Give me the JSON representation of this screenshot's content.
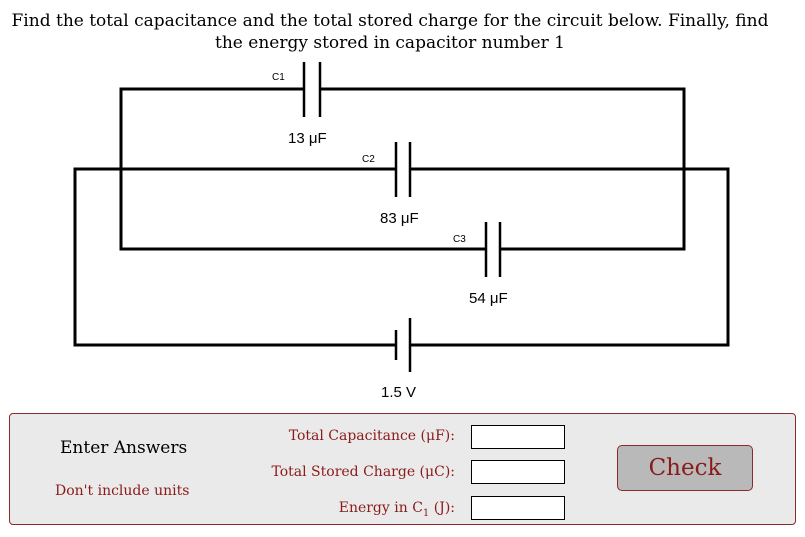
{
  "question": {
    "line1": "Find the total capacitance and the total stored charge for the circuit below. Finally, find",
    "line2": "the energy stored in capacitor number 1"
  },
  "circuit": {
    "capacitors": [
      {
        "name": "C1",
        "value": "13 μF"
      },
      {
        "name": "C2",
        "value": "83 μF"
      },
      {
        "name": "C3",
        "value": "54 μF"
      }
    ],
    "battery": {
      "value": "1.5 V"
    },
    "wire_color": "#000000"
  },
  "answer_panel": {
    "title": "Enter Answers",
    "note": "Don't include units",
    "fields": [
      {
        "label": "Total Capacitance (μF):",
        "value": ""
      },
      {
        "label": "Total Stored Charge (μC):",
        "value": ""
      },
      {
        "label_prefix": "Energy in C",
        "label_sub": "1",
        "label_suffix": " (J):",
        "value": ""
      }
    ],
    "check_label": "Check",
    "accent_color": "#8b1a1a"
  }
}
